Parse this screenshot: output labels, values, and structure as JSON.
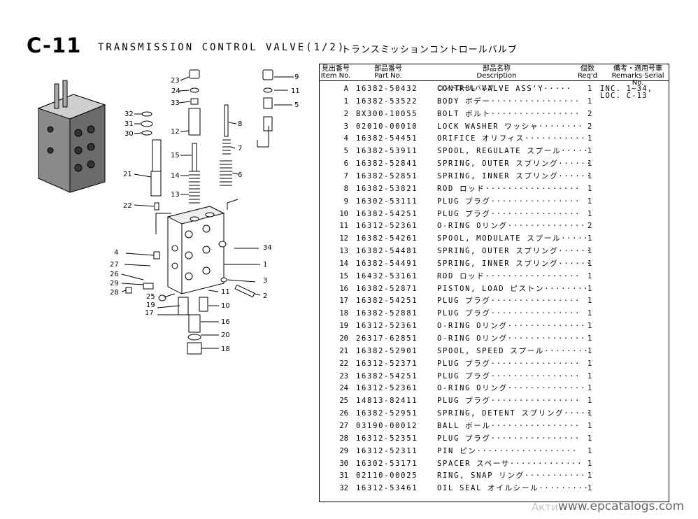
{
  "header": {
    "code": "C-11",
    "title": "TRANSMISSION CONTROL VALVE(1/2)",
    "title_jp": "トランスミッションコントロールバルブ"
  },
  "columns": {
    "item_jp": "見出番号",
    "item_en": "Item No.",
    "part_jp": "部品番号",
    "part_en": "Part No.",
    "desc_jp": "部品名称",
    "desc_en": "Description",
    "qty_jp": "個数",
    "qty_en": "Req'd",
    "rem_jp": "備考・適用号車",
    "rem_en": "Remarks·Serial No."
  },
  "parts": [
    {
      "item": "A",
      "part": "16382-50432",
      "desc": "CONTROL VALVE ASS'Y·····",
      "qty": "1",
      "remarks": "INC. 1~34,",
      "desc2": "コントロールバルブ",
      "remarks2": "LOC. C-13"
    },
    {
      "item": "1",
      "part": "16382-53522",
      "desc": "BODY ボデー················",
      "qty": "1"
    },
    {
      "item": "2",
      "part": "BX300-10055",
      "desc": "BOLT ボルト················",
      "qty": "2"
    },
    {
      "item": "3",
      "part": "02010-00010",
      "desc": "LOCK WASHER ワッシャ········",
      "qty": "2"
    },
    {
      "item": "4",
      "part": "16382-54451",
      "desc": "ORIFICE オリフィス···········",
      "qty": "1"
    },
    {
      "item": "5",
      "part": "16382-53911",
      "desc": "SPOOL, REGULATE スプール·····",
      "qty": "1"
    },
    {
      "item": "6",
      "part": "16382-52841",
      "desc": "SPRING, OUTER スプリング······",
      "qty": "1"
    },
    {
      "item": "7",
      "part": "16382-52851",
      "desc": "SPRING, INNER スプリング······",
      "qty": "1"
    },
    {
      "item": "8",
      "part": "16382-53821",
      "desc": "ROD ロッド·················",
      "qty": "1"
    },
    {
      "item": "9",
      "part": "16302-53111",
      "desc": "PLUG プラグ················",
      "qty": "1"
    },
    {
      "item": "10",
      "part": "16382-54251",
      "desc": "PLUG プラグ················",
      "qty": "1"
    },
    {
      "item": "11",
      "part": "16312-52361",
      "desc": "O-RING Oリング··············",
      "qty": "2"
    },
    {
      "item": "12",
      "part": "16382-54261",
      "desc": "SPOOL, MODULATE スプール·····",
      "qty": "1"
    },
    {
      "item": "13",
      "part": "16382-54481",
      "desc": "SPRING, OUTER スプリング······",
      "qty": "1"
    },
    {
      "item": "14",
      "part": "16382-54491",
      "desc": "SPRING, INNER スプリング······",
      "qty": "1"
    },
    {
      "item": "15",
      "part": "16432-53161",
      "desc": "ROD ロッド·················",
      "qty": "1"
    },
    {
      "item": "16",
      "part": "16382-52871",
      "desc": "PISTON, LOAD ピストン········",
      "qty": "1"
    },
    {
      "item": "17",
      "part": "16382-54251",
      "desc": "PLUG プラグ················",
      "qty": "1"
    },
    {
      "item": "18",
      "part": "16382-52881",
      "desc": "PLUG プラグ················",
      "qty": "1"
    },
    {
      "item": "19",
      "part": "16312-52361",
      "desc": "O-RING Oリング··············",
      "qty": "1"
    },
    {
      "item": "20",
      "part": "26317-62851",
      "desc": "O-RING Oリング··············",
      "qty": "1"
    },
    {
      "item": "21",
      "part": "16382-52901",
      "desc": "SPOOL, SPEED スプール········",
      "qty": "1"
    },
    {
      "item": "22",
      "part": "16312-52371",
      "desc": "PLUG プラグ················",
      "qty": "1"
    },
    {
      "item": "23",
      "part": "16382-54251",
      "desc": "PLUG プラグ················",
      "qty": "1"
    },
    {
      "item": "24",
      "part": "16312-52361",
      "desc": "O-RING Oリング··············",
      "qty": "1"
    },
    {
      "item": "25",
      "part": "14813-82411",
      "desc": "PLUG プラグ················",
      "qty": "1"
    },
    {
      "item": "26",
      "part": "16382-52951",
      "desc": "SPRING, DETENT スプリング·····",
      "qty": "1"
    },
    {
      "item": "27",
      "part": "03190-00012",
      "desc": "BALL ボール················",
      "qty": "1"
    },
    {
      "item": "28",
      "part": "16312-52351",
      "desc": "PLUG プラグ················",
      "qty": "1"
    },
    {
      "item": "29",
      "part": "16312-52311",
      "desc": "PIN ピン··················",
      "qty": "1"
    },
    {
      "item": "30",
      "part": "16302-53171",
      "desc": "SPACER スペーサ·············",
      "qty": "1"
    },
    {
      "item": "31",
      "part": "02110-00025",
      "desc": "RING, SNAP リング···········",
      "qty": "1"
    },
    {
      "item": "32",
      "part": "16312-53461",
      "desc": "OIL SEAL オイルシール·········",
      "qty": "1"
    }
  ],
  "diagram_callouts": [
    "23",
    "24",
    "33",
    "12",
    "15",
    "14",
    "13",
    "9",
    "11",
    "5",
    "8",
    "7",
    "6",
    "32",
    "31",
    "30",
    "21",
    "22",
    "34",
    "4",
    "27",
    "26",
    "29",
    "28",
    "1",
    "3",
    "2",
    "25",
    "11",
    "19",
    "10",
    "17",
    "16",
    "20",
    "18"
  ],
  "watermark": {
    "faded": "Акти",
    "link": "www.epcatalogs.com"
  }
}
